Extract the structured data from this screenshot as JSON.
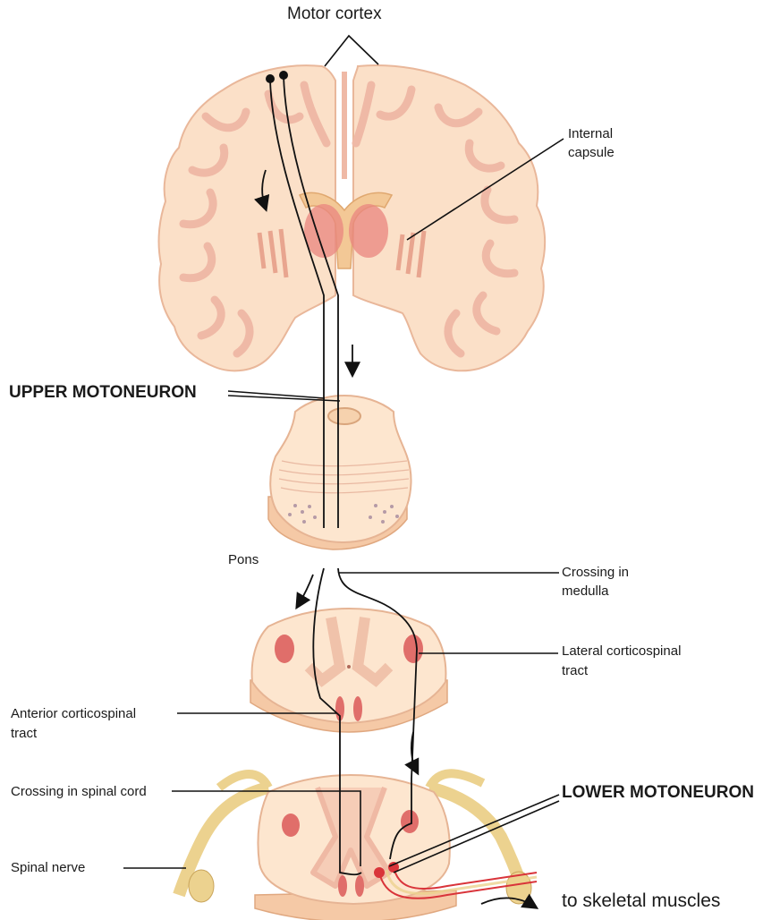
{
  "labels": {
    "motor_cortex": "Motor cortex",
    "internal_capsule_1": "Internal",
    "internal_capsule_2": "capsule",
    "upper_motoneuron": "UPPER MOTONEURON",
    "pons": "Pons",
    "crossing_medulla_1": "Crossing in",
    "crossing_medulla_2": "medulla",
    "lateral_cst_1": "Lateral corticospinal",
    "lateral_cst_2": "tract",
    "anterior_cst_1": "Anterior corticospinal",
    "anterior_cst_2": "tract",
    "crossing_spinal": "Crossing in spinal cord",
    "lower_motoneuron": "LOWER MOTONEURON",
    "spinal_nerve": "Spinal nerve",
    "skeletal_muscles": "to skeletal muscles"
  },
  "colors": {
    "tissue": "#fbe3cc",
    "tissue_edge": "#e9b79a",
    "gyrus_shade": "#efb9a6",
    "nucleus": "#e9867f",
    "tract_red": "#d9343a",
    "nerve": "#ecd28f",
    "line": "#111111"
  }
}
